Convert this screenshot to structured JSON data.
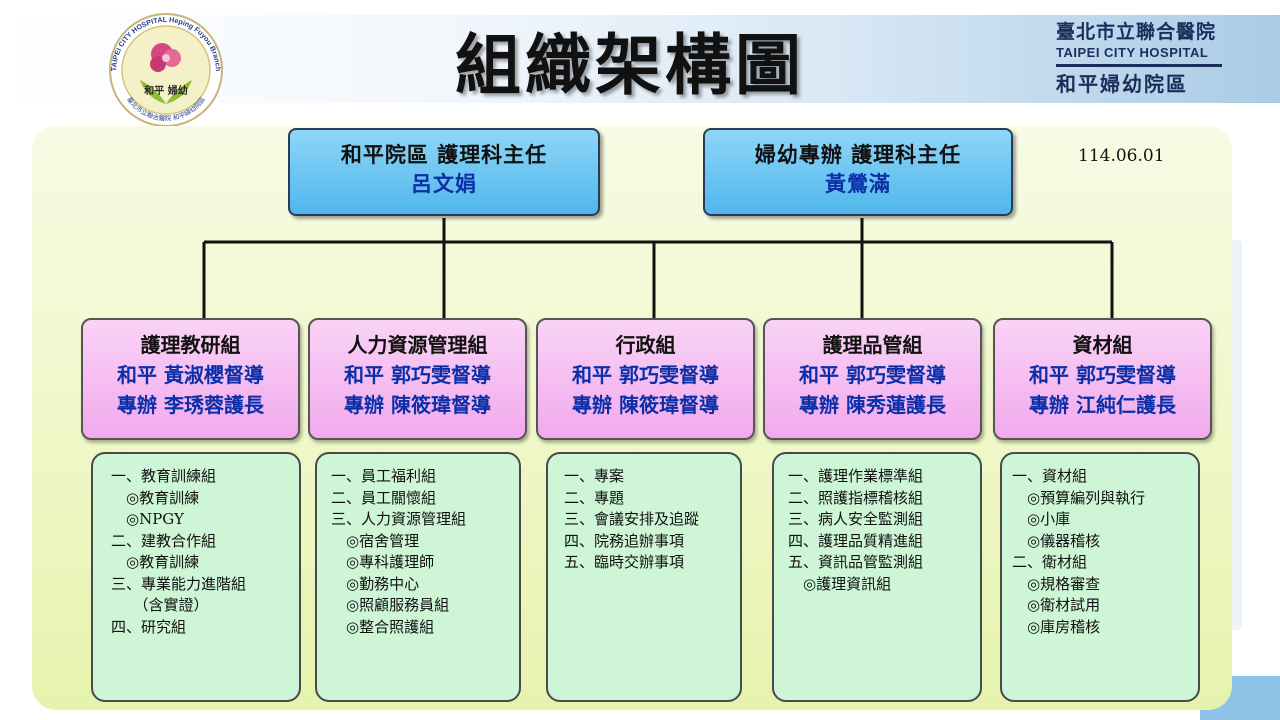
{
  "header": {
    "title": "組織架構圖",
    "logo_arc_text": "TAIPEI CITY HOSPITAL Heping Fuyou Branch",
    "logo_center_text": "和平 婦幼",
    "logo_bottom_text": "臺北市立聯合醫院 和平婦幼院區",
    "brand_zh": "臺北市立聯合醫院",
    "brand_en": "TAIPEI CITY HOSPITAL",
    "brand_sub": "和平婦幼院區"
  },
  "date": "114.06.01",
  "heads": [
    {
      "title": "和平院區  護理科主任",
      "name": "呂文娟"
    },
    {
      "title": "婦幼專辦  護理科主任",
      "name": "黃鶯滿"
    }
  ],
  "groups": [
    {
      "title": "護理教研組",
      "line1": "和平  黃淑櫻督導",
      "line2": "專辦  李琇蓉護長",
      "tasks": [
        "一、教育訓練組",
        "　◎教育訓練",
        "　◎NPGY",
        "二、建教合作組",
        "　◎教育訓練",
        "三、專業能力進階組",
        "　　（含實證）",
        "四、研究組"
      ]
    },
    {
      "title": "人力資源管理組",
      "line1": "和平  郭巧雯督導",
      "line2": "專辦  陳筱瑋督導",
      "tasks": [
        "一、員工福利組",
        "二、員工關懷組",
        "三、人力資源管理組",
        "　◎宿舍管理",
        "　◎專科護理師",
        "　◎勤務中心",
        "　◎照顧服務員組",
        "　◎整合照護組"
      ]
    },
    {
      "title": "行政組",
      "line1": "和平  郭巧雯督導",
      "line2": "專辦  陳筱瑋督導",
      "tasks": [
        "一、專案",
        "二、專題",
        "三、會議安排及追蹤",
        "四、院務追辦事項",
        "五、臨時交辦事項"
      ]
    },
    {
      "title": "護理品管組",
      "line1": "和平  郭巧雯督導",
      "line2": "專辦  陳秀蓮護長",
      "tasks": [
        "一、護理作業標準組",
        "二、照護指標稽核組",
        "三、病人安全監測組",
        "四、護理品質精進組",
        "五、資訊品管監測組",
        "　◎護理資訊組"
      ]
    },
    {
      "title": "資材組",
      "line1": "和平  郭巧雯督導",
      "line2": "專辦  江純仁護長",
      "tasks": [
        "一、資材組",
        "　◎預算編列與執行",
        "　◎小庫",
        "　◎儀器稽核",
        "二、衛材組",
        "　◎規格審查",
        "　◎衛材試用",
        "　◎庫房稽核"
      ]
    }
  ],
  "colors": {
    "head_fill": "#4fb7ec",
    "group_fill": "#f2a9ec",
    "task_fill": "#cdf5d6",
    "panel_fill": "#eef7c4",
    "name_text": "#0b2fa8"
  }
}
